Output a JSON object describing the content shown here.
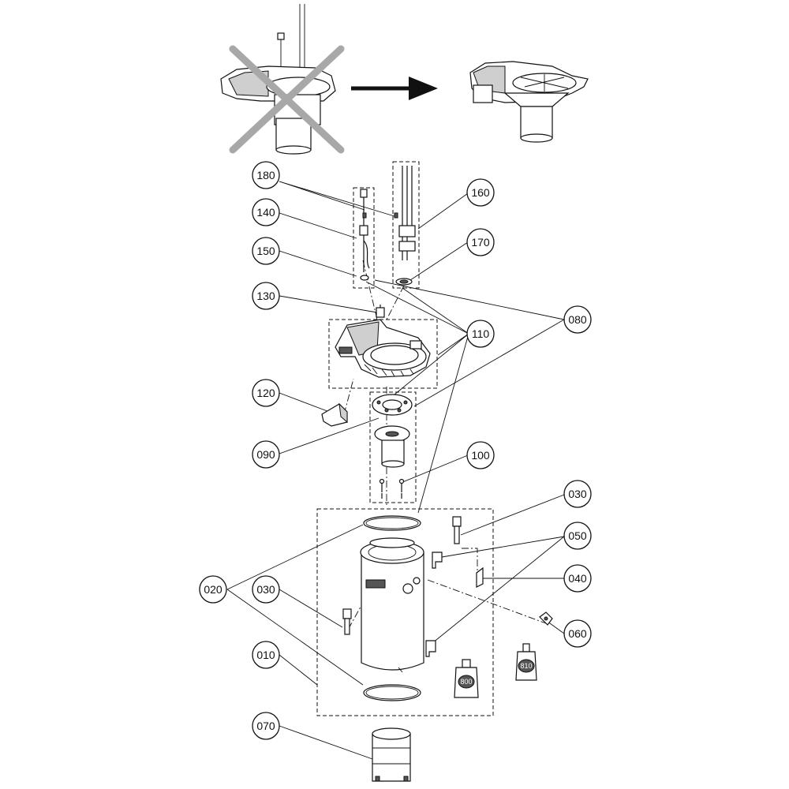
{
  "callouts": {
    "c180": "180",
    "c160": "160",
    "c140": "140",
    "c150": "150",
    "c170": "170",
    "c130": "130",
    "c110": "110",
    "c080": "080",
    "c120": "120",
    "c090": "090",
    "c100": "100",
    "c030a": "030",
    "c050": "050",
    "c040": "040",
    "c020": "020",
    "c030b": "030",
    "c060": "060",
    "c010": "010",
    "c070": "070"
  },
  "bottle_labels": {
    "bottle_800": "800",
    "bottle_810": "810"
  }
}
